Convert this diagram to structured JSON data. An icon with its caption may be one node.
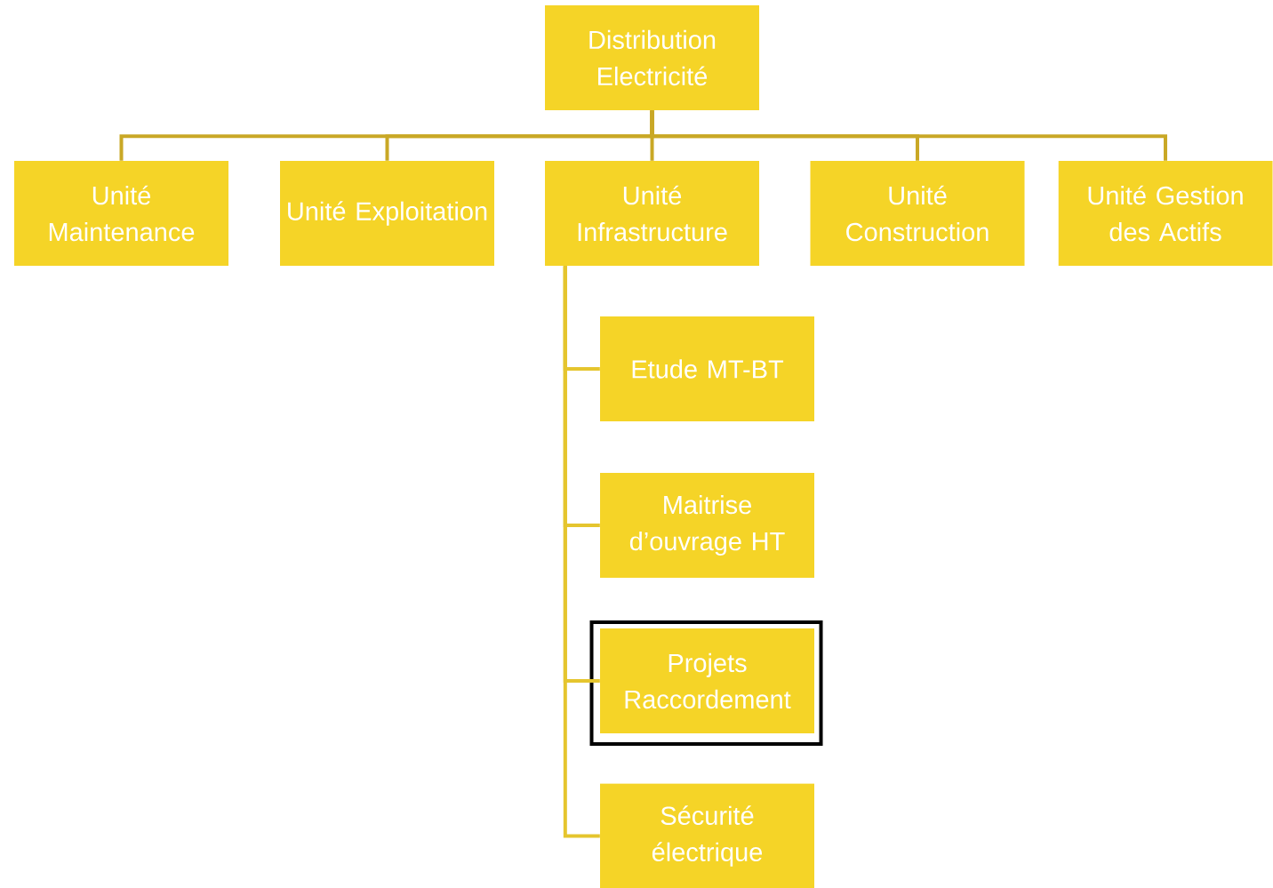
{
  "diagram": {
    "nodes": [
      {
        "text": [
          "Distribution Electricité"
        ]
      },
      {
        "text": [
          "Unité Maintenance"
        ]
      },
      {
        "text": [
          "Unité Exploitation"
        ]
      },
      {
        "text": [
          "Unité Infrastructure"
        ]
      },
      {
        "text": [
          "Unité Construction"
        ]
      },
      {
        "text": [
          "Unité Gestion des Actifs"
        ]
      },
      {
        "text": [
          "Etude MT-BT"
        ]
      },
      {
        "text": [
          "Maitrise d’ouvrage HT"
        ]
      },
      {
        "text": [
          "Projets Raccordement"
        ]
      },
      {
        "text": [
          "Sécurité électrique"
        ]
      }
    ],
    "edges": [
      {
        "from": 0,
        "to": 1,
        "arrow": "none"
      },
      {
        "from": 0,
        "to": 2,
        "arrow": "none"
      },
      {
        "from": 0,
        "to": 3,
        "arrow": "none"
      },
      {
        "from": 0,
        "to": 4,
        "arrow": "none"
      },
      {
        "from": 0,
        "to": 5,
        "arrow": "none"
      },
      {
        "from": 3,
        "to": 6,
        "arrow": "none",
        "color": "#e5c52e"
      },
      {
        "from": 3,
        "to": 7,
        "arrow": "none",
        "color": "#e5c52e"
      },
      {
        "from": 3,
        "to": 8,
        "arrow": "none",
        "color": "#e5c52e"
      },
      {
        "from": 3,
        "to": 9,
        "arrow": "none",
        "color": "#e5c52e"
      }
    ]
  }
}
